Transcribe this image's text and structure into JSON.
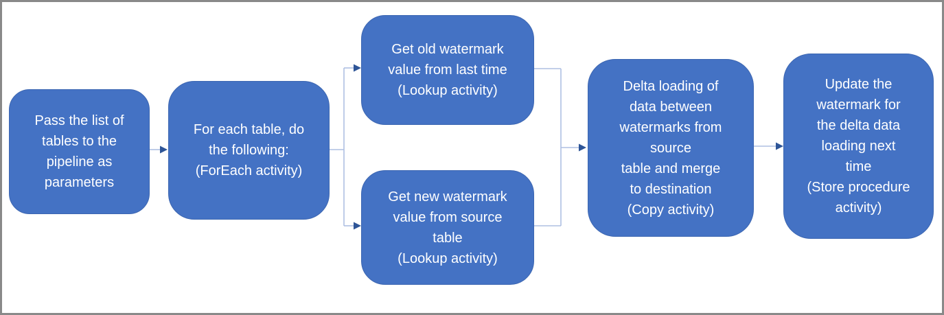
{
  "diagram": {
    "colors": {
      "node_fill": "#4472c4",
      "node_border": "#3c66b1",
      "node_text": "#ffffff",
      "connector": "#aebfe2",
      "arrowhead": "#2e5597",
      "frame_border": "#898989",
      "frame_bg": "#ffffff"
    },
    "nodes": [
      {
        "id": "pass-list-of-tables",
        "text": "Pass the list of\ntables to the\npipeline as\nparameters"
      },
      {
        "id": "foreach-table",
        "text": "For each table, do\nthe following:\n(ForEach activity)"
      },
      {
        "id": "get-old-watermark",
        "text": "Get old watermark\nvalue from last time\n(Lookup activity)"
      },
      {
        "id": "get-new-watermark",
        "text": "Get new watermark\nvalue from source\ntable\n(Lookup activity)"
      },
      {
        "id": "delta-loading",
        "text": "Delta loading of\ndata between\nwatermarks from\nsource\ntable and merge\nto destination\n(Copy activity)"
      },
      {
        "id": "update-watermark",
        "text": "Update the\nwatermark for\nthe delta data\nloading next\ntime\n(Store procedure\nactivity)"
      }
    ]
  }
}
